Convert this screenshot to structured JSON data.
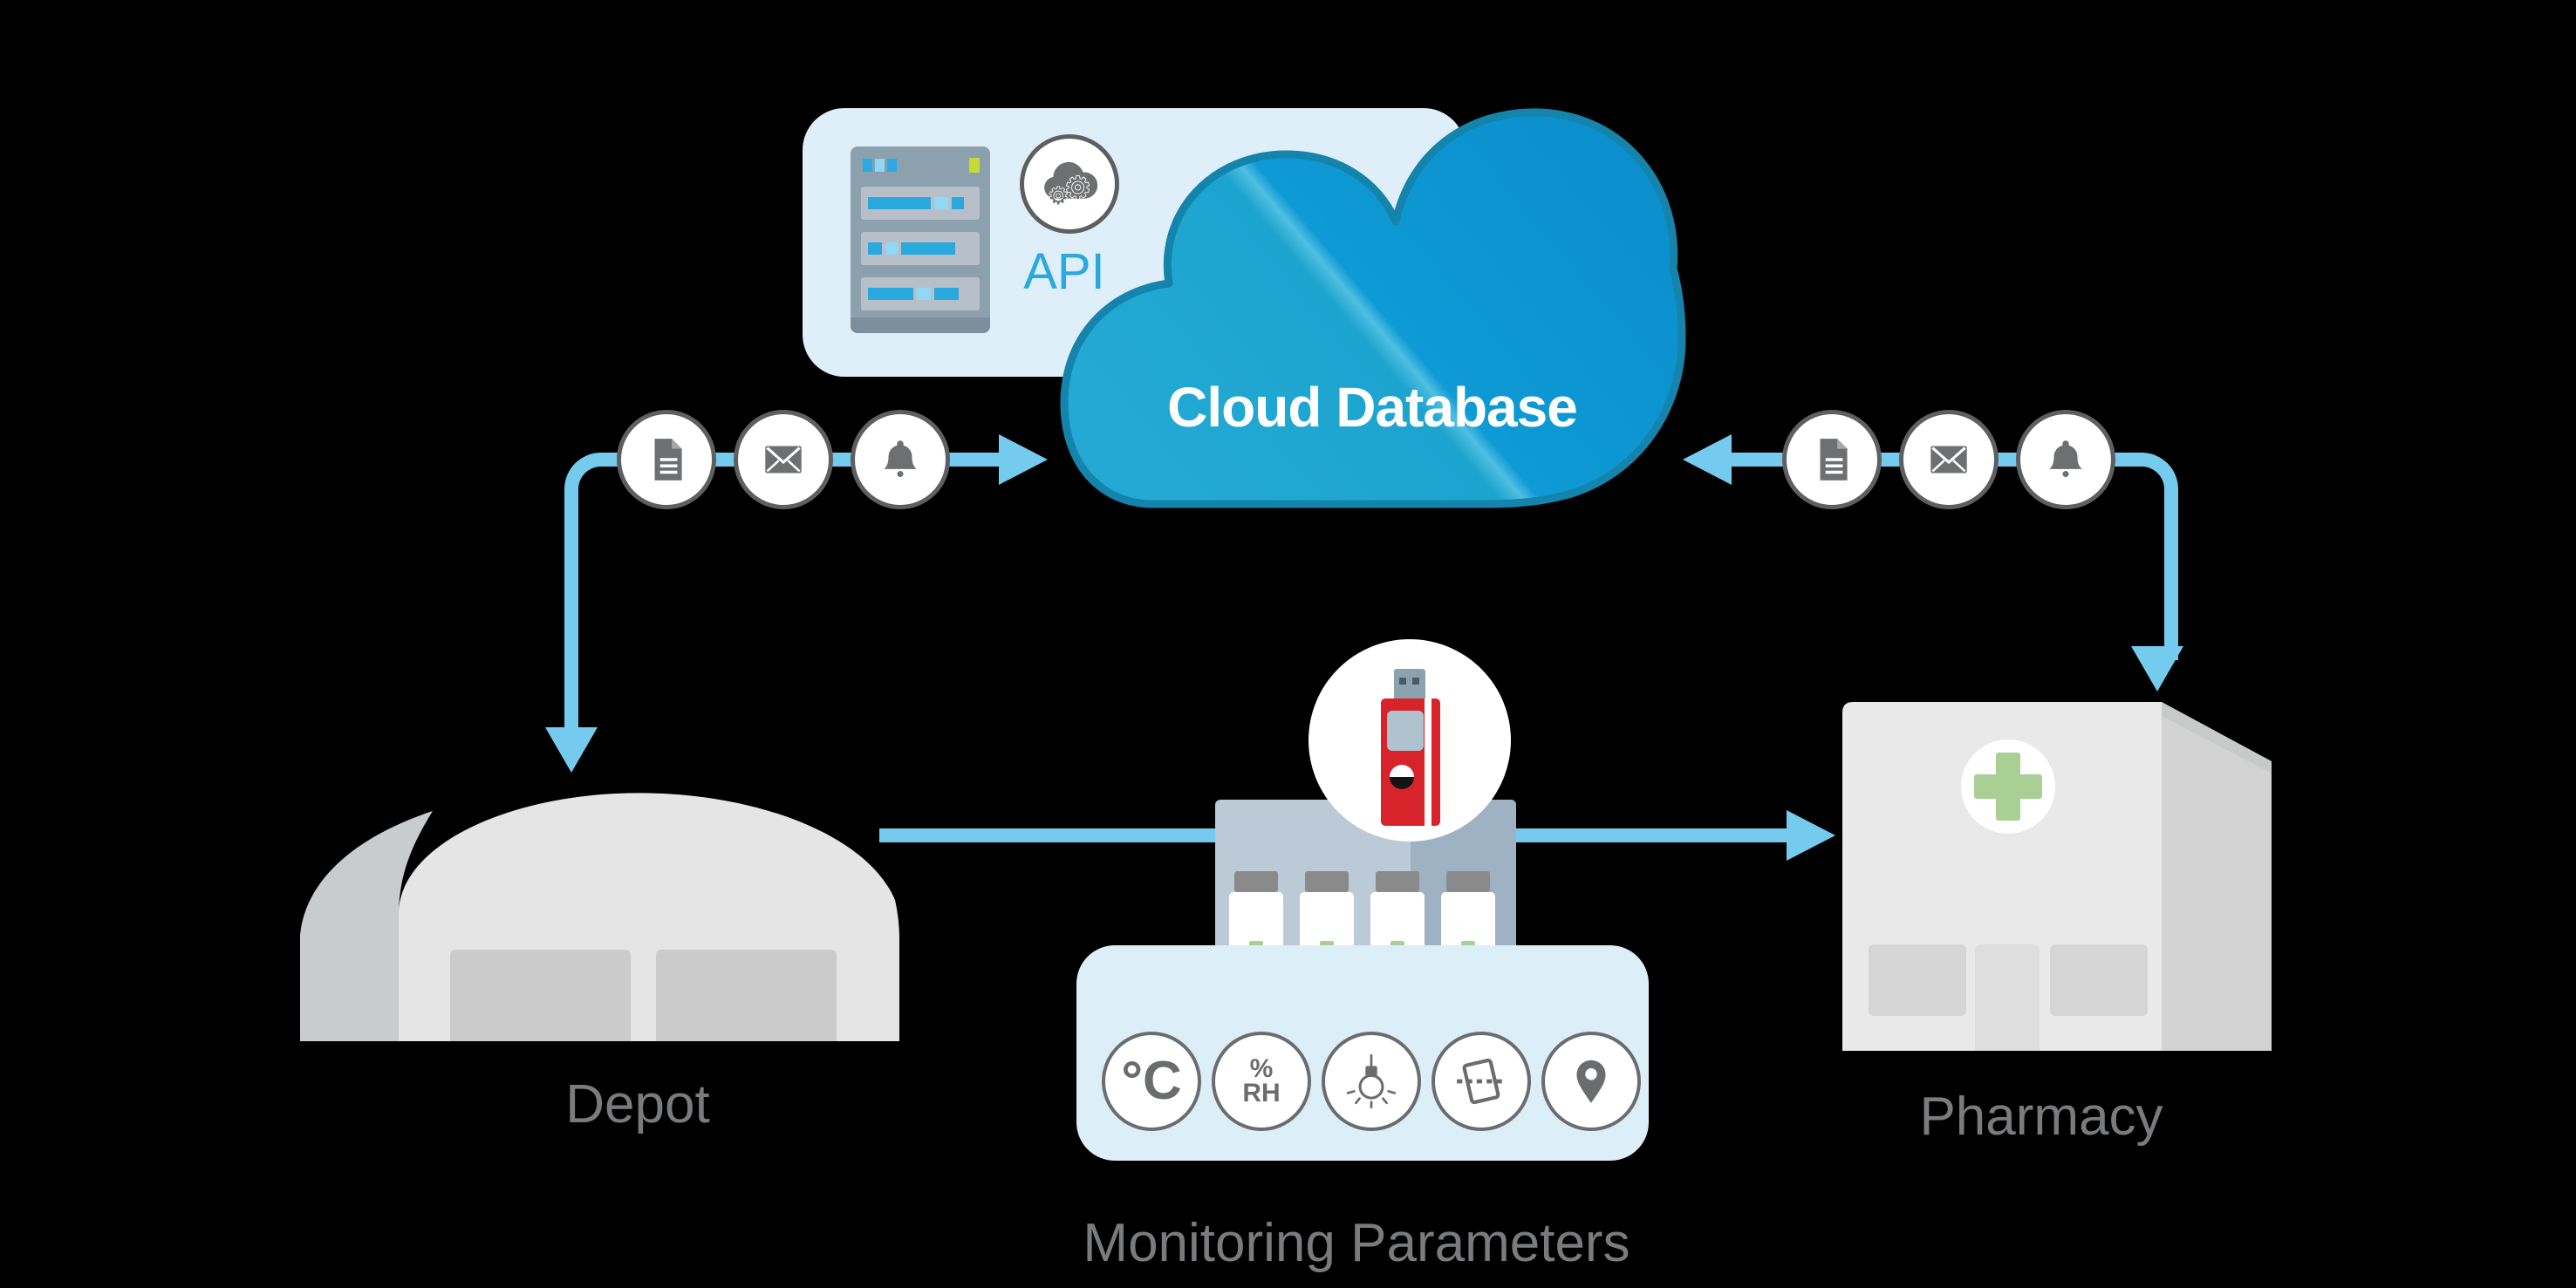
{
  "cloud": {
    "label": "Cloud Database",
    "fill_light": "#1FA6CE",
    "fill_dark": "#0C92CF",
    "border": "#1484AC"
  },
  "api": {
    "label": "API",
    "text_color": "#2AA9DF"
  },
  "nodes": {
    "depot": {
      "label": "Depot"
    },
    "pharmacy": {
      "label": "Pharmacy"
    }
  },
  "monitoring": {
    "label": "Monitoring Parameters",
    "parameters": [
      {
        "name": "temperature",
        "label": "°C"
      },
      {
        "name": "relative-humidity",
        "label_top": "%",
        "label_bottom": "RH"
      },
      {
        "name": "light"
      },
      {
        "name": "tilt"
      },
      {
        "name": "location"
      }
    ]
  },
  "flows": {
    "depot_cloud": {
      "direction": "bidirectional",
      "channels": [
        "document",
        "email",
        "alarm"
      ]
    },
    "pharmacy_cloud": {
      "direction": "bidirectional",
      "channels": [
        "document",
        "email",
        "alarm"
      ]
    },
    "depot_to_pharmacy": {
      "direction": "right",
      "via": "data-logger-with-vials"
    }
  },
  "colors": {
    "background": "#000000",
    "arrow": "#74CBEE",
    "panel_blue": "#DFEFF9",
    "icon_gray": "#6E6F71",
    "label_gray": "#7A7B7D",
    "logger_red": "#D7242B",
    "cross_green": "#A9CF94"
  }
}
